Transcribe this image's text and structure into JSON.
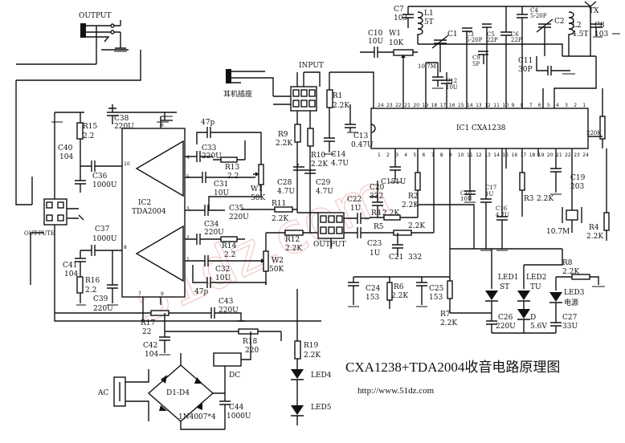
{
  "title": "CXA1238+TDA2004收音电路原理图",
  "url": "http://www.51dz.com",
  "watermark": "51dz.com",
  "connectors": {
    "output": "OUTPUT",
    "input": "INPUT",
    "earphone": "耳机插座",
    "outpute": "OUT-PUTE",
    "output_mid": "OUTPUT",
    "tx": "TX"
  },
  "ic1": {
    "ref": "IC1 CXA1238",
    "pins_top": [
      "24",
      "23",
      "22",
      "21",
      "20",
      "19",
      "18",
      "17",
      "16",
      "15",
      "14",
      "13",
      "12",
      "11",
      "10",
      "9",
      "8",
      "7",
      "6",
      "5",
      "4",
      "3",
      "2",
      "1"
    ]
  },
  "ic2": {
    "ref": "IC2",
    "part": "TDA2004"
  },
  "components": {
    "R15": [
      "R15",
      "2.2"
    ],
    "C40": [
      "C40",
      "104"
    ],
    "C38": [
      "C38",
      "220U"
    ],
    "C36": [
      "C36",
      "1000U"
    ],
    "C37": [
      "C37",
      "1000U"
    ],
    "C41": [
      "C41",
      "104"
    ],
    "R16": [
      "R16",
      "2.2"
    ],
    "C39": [
      "C39",
      "220U"
    ],
    "R17": [
      "R17",
      "22"
    ],
    "C42": [
      "C42",
      "104"
    ],
    "C33": [
      "C33",
      "220U"
    ],
    "R13": [
      "R13",
      "2.2"
    ],
    "C31": [
      "C31",
      "10U"
    ],
    "W1L": [
      "W1",
      "50K"
    ],
    "C35": [
      "C35",
      "220U"
    ],
    "C34": [
      "C34",
      "220U"
    ],
    "R14": [
      "R14",
      "2.2"
    ],
    "C32": [
      "C32",
      "10U"
    ],
    "W2": [
      "W2",
      "50K"
    ],
    "C43": [
      "C43",
      "220U"
    ],
    "R18": [
      "R18",
      "220"
    ],
    "R19": [
      "R19",
      "2.2K"
    ],
    "C44": [
      "C44",
      "1000U"
    ],
    "R9": [
      "R9",
      "2.2K"
    ],
    "R10": [
      "R10",
      "2.2K"
    ],
    "R11": [
      "R11",
      "2.2K"
    ],
    "R12": [
      "R12",
      "2.2K"
    ],
    "C28": [
      "C28",
      "4.7U"
    ],
    "C29": [
      "C29",
      "4.7U"
    ],
    "C22": [
      "C22",
      "1U"
    ],
    "C23": [
      "C23",
      "1U"
    ],
    "R1": [
      "R1",
      "2.2K"
    ],
    "C13": [
      "C13",
      "0.47U"
    ],
    "C14": [
      "C14",
      "4.7U"
    ],
    "C15": [
      "C15",
      "1U"
    ],
    "C20": [
      "C20",
      "332"
    ],
    "R2": [
      "R2",
      "2.2K"
    ],
    "R4a": [
      "R4",
      "2.2K"
    ],
    "R5": [
      "R5",
      "2.2K"
    ],
    "C21": [
      "C21",
      "332"
    ],
    "C24": [
      "C24",
      "153"
    ],
    "R6": [
      "R6",
      "2.2K"
    ],
    "C25": [
      "C25",
      "153"
    ],
    "R7": [
      "R7",
      "2.2K"
    ],
    "C7": [
      "C7",
      "103"
    ],
    "L1": [
      "L1",
      "5T"
    ],
    "C1": [
      "C1",
      ""
    ],
    "C3": [
      "C3",
      "5-20P"
    ],
    "C5": [
      "C5",
      "22P"
    ],
    "C4": [
      "C4",
      "5-20P"
    ],
    "C2": [
      "C2",
      ""
    ],
    "L2": [
      "L2",
      "4.5T"
    ],
    "C8": [
      "C8",
      "103"
    ],
    "C10": [
      "C10",
      "10U"
    ],
    "W1": [
      "W1",
      "10K"
    ],
    "C9": [
      "C9",
      "5P"
    ],
    "C12": [
      "C12",
      "10U"
    ],
    "C6": [
      "C6",
      "22P"
    ],
    "C11": [
      "C11",
      "30P"
    ],
    "C19": [
      "C19",
      "203"
    ],
    "R3": [
      "R3",
      "2.2K"
    ],
    "R4b": [
      "R4",
      "2.2K"
    ],
    "C18": [
      "C18",
      "10U"
    ],
    "C17": [
      "C17",
      "1U"
    ],
    "C16": [
      "C16",
      "4.7U"
    ],
    "C26": [
      "C26",
      "220U"
    ],
    "D": [
      "D",
      "5.6V"
    ],
    "C27": [
      "C27",
      "33U"
    ],
    "R8": [
      "R8",
      "2.2K"
    ],
    "LED1": [
      "LED1",
      "ST"
    ],
    "LED2": [
      "LED2",
      "TU"
    ],
    "LED3": [
      "LED3",
      "电源"
    ],
    "LED4": [
      "LED4",
      ""
    ],
    "LED5": [
      "LED5",
      ""
    ],
    "X1": [
      "10.7M",
      ""
    ],
    "R220K": [
      "220K",
      ""
    ],
    "BR": [
      "D1-D4",
      "1N4007*4"
    ],
    "AC": [
      "AC",
      ""
    ],
    "DC": [
      "DC",
      ""
    ],
    "C1074": [
      "10.7M",
      ""
    ],
    "p47a": [
      "47p",
      ""
    ],
    "p47b": [
      "47p",
      ""
    ]
  }
}
